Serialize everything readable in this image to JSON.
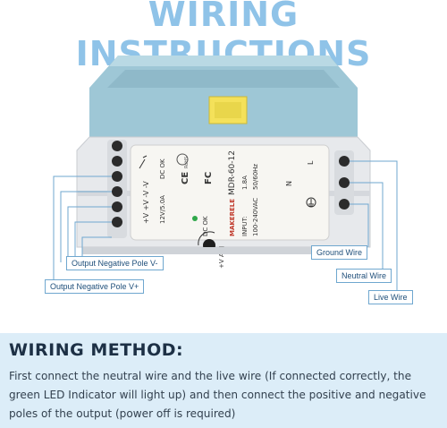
{
  "header": {
    "title": "WIRING INSTRUCTIONS"
  },
  "device": {
    "brand": "MAKERELE",
    "model": "MDR-60-12",
    "input_label": "INPUT:",
    "input_voltage": "100-240VAC",
    "current": "1.8A",
    "frequency": "50/60Hz",
    "output": "12V/5.0A",
    "dc_ok": "DC OK",
    "dc_ok_led": "DC OK",
    "adj": "+V ADJ",
    "terminals_left": "+V  +V  -V  -V",
    "terminal_n": "N",
    "terminal_l": "L",
    "ce_mark": "CE",
    "fc_mark": "FC",
    "rohs_mark": "RoHS"
  },
  "labels": {
    "output_negative_minus": "Output Negative Pole V-",
    "output_negative_plus": "Output Negative Pole V+",
    "ground_wire": "Ground Wire",
    "neutral_wire": "Neutral Wire",
    "live_wire": "Live Wire"
  },
  "method": {
    "title": "WIRING METHOD:",
    "text": "First connect the neutral wire and the live wire (If connected correctly, the green LED Indicator will light up) and then connect the positive and negative poles of the output (power off is required)"
  },
  "colors": {
    "accent": "#8fc3e8",
    "line": "#6fa7cf",
    "panel": "#dcedf8",
    "led": "#2fa84a"
  }
}
